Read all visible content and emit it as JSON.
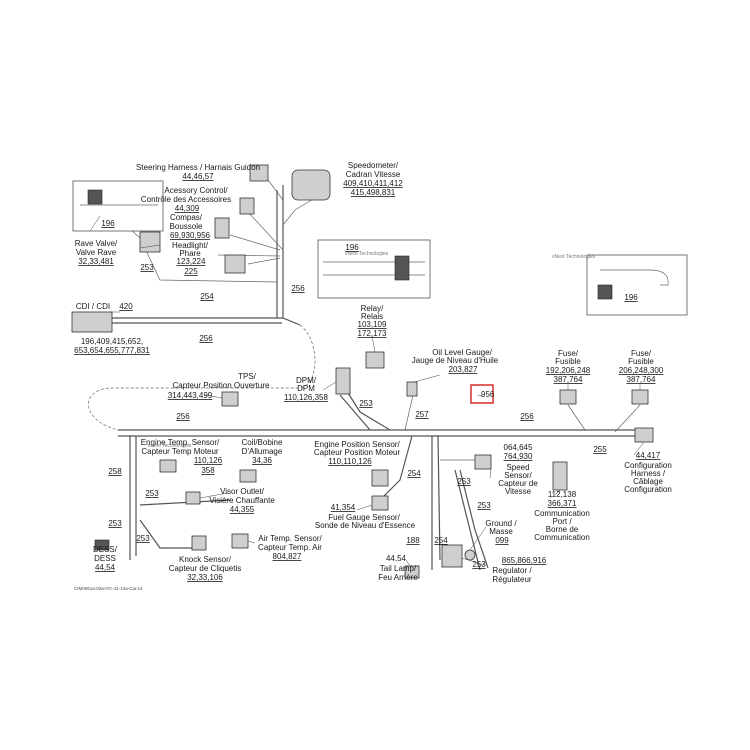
{
  "labels": {
    "steering_title": "Steering Harness / Harnais Guidon",
    "steering_parts": "44,46,57",
    "speedometer_title_1": "Speedometer/",
    "speedometer_title_2": "Cadran Vitesse",
    "speedometer_parts_1": "409,410,411,412",
    "speedometer_parts_2": "415,498,831",
    "accessory_title_1": "Acessory Control/",
    "accessory_title_2": "Contrôle des Accessoires",
    "accessory_parts": "44,309",
    "compass_title_1": "Compas/",
    "compass_title_2": "Boussole",
    "compass_parts": "69,930,956",
    "headlight_title_1": "Headlight/",
    "headlight_title_2": "Phare",
    "headlight_parts": "123,224",
    "rave_title_1": "Rave Valve/",
    "rave_title_2": "Valve Rave",
    "rave_parts": "32,33,481",
    "cdi_title": "CDI / CDI",
    "cdi_part": "420",
    "cdi_parts_1": "196,409,415,652,",
    "cdi_parts_2": "653,654,655,777,831",
    "relay_title_1": "Relay/",
    "relay_title_2": "Relais",
    "relay_parts_1": "103,109",
    "relay_parts_2": "172,173",
    "oil_title_1": "Oil Level Gauge/",
    "oil_title_2": "Jauge de Niveau d'Huile",
    "oil_parts": "203,827",
    "fuse_left_title_1": "Fuse/",
    "fuse_left_title_2": "Fusible",
    "fuse_left_parts_1": "192,206,248",
    "fuse_left_parts_2": "387,764",
    "fuse_right_title_1": "Fuse/",
    "fuse_right_title_2": "Fusible",
    "fuse_right_parts_1": "206,248,300",
    "fuse_right_parts_2": "387,764",
    "tps_title_1": "TPS/",
    "tps_title_2": "Capteur Position Ouverture",
    "tps_parts": "314,443,499",
    "dpm_title": "DPM/",
    "dpm_title_2": "DPM",
    "dpm_parts": "110,126,358",
    "highlight_ref": "956",
    "engine_temp_title_1": "Engine Temp. Sensor/",
    "engine_temp_title_2": "Capteur Temp Moteur",
    "engine_temp_parts": "110,126",
    "coil_title_1": "Coil/Bobine",
    "coil_title_2": "D'Allumage",
    "coil_parts": "34,36",
    "engine_pos_title_1": "Engine Position Sensor/",
    "engine_pos_title_2": "Capteur Position Moteur",
    "engine_pos_parts": "110,110,126",
    "speed_parts_1": "064,645",
    "speed_parts_2": "764,930",
    "speed_title_1": "Speed",
    "speed_title_2": "Sensor/",
    "speed_title_3": "Capteur de",
    "speed_title_4": "Vitesse",
    "config_parts": "44,417",
    "config_title_1": "Configuration",
    "config_title_2": "Harness /",
    "config_title_3": "Câblage",
    "config_title_4": "Configuration",
    "visor_title_1": "Visor Outlet/",
    "visor_title_2": "Visière Chauffante",
    "visor_parts": "44,355",
    "fuel_parts": "41,354",
    "fuel_title_1": "Fuel Gauge Sensor/",
    "fuel_title_2": "Sonde de Niveau d'Essence",
    "comm_parts_1": "112,138",
    "comm_parts_2": "366,371",
    "comm_title_1": "Communication",
    "comm_title_2": "Port /",
    "comm_title_3": "Borne de",
    "comm_title_4": "Communication",
    "ground_title_1": "Ground /",
    "ground_title_2": "Masse",
    "ground_parts": "099",
    "air_title_1": "Air Temp. Sensor/",
    "air_title_2": "Capteur Temp. Air",
    "air_parts": "804,827",
    "dess_title_1": "DESS/",
    "dess_title_2": "DESS",
    "dess_parts": "44,54",
    "knock_title_1": "Knock Sensor/",
    "knock_title_2": "Capteur de Cliquetis",
    "knock_parts": "32,33,106",
    "tail_parts": "44,54",
    "tail_title_1": "Tail Lamp/",
    "tail_title_2": "Feu Arrière",
    "reg_parts": "865,866,916",
    "reg_title_1": "Regulator /",
    "reg_title_2": "Régulateur",
    "footer_code": "CIM0061a-02a-07c-11-12a-Cia-14",
    "watermark": "vNext Technologies"
  },
  "refs": {
    "r196a": "196",
    "r196b": "196",
    "r196c": "196",
    "r253a": "253",
    "r225": "225",
    "r254a": "254",
    "r256a": "256",
    "r256b": "256",
    "r256c": "256",
    "r256d": "256",
    "r253b": "253",
    "r257": "257",
    "r358": "358",
    "r258": "258",
    "r253c": "253",
    "r253d": "253",
    "r253e": "253",
    "r254b": "254",
    "r253f": "253",
    "r253g": "253",
    "r255": "255",
    "r188": "188",
    "r254c": "254",
    "r253h": "253"
  }
}
